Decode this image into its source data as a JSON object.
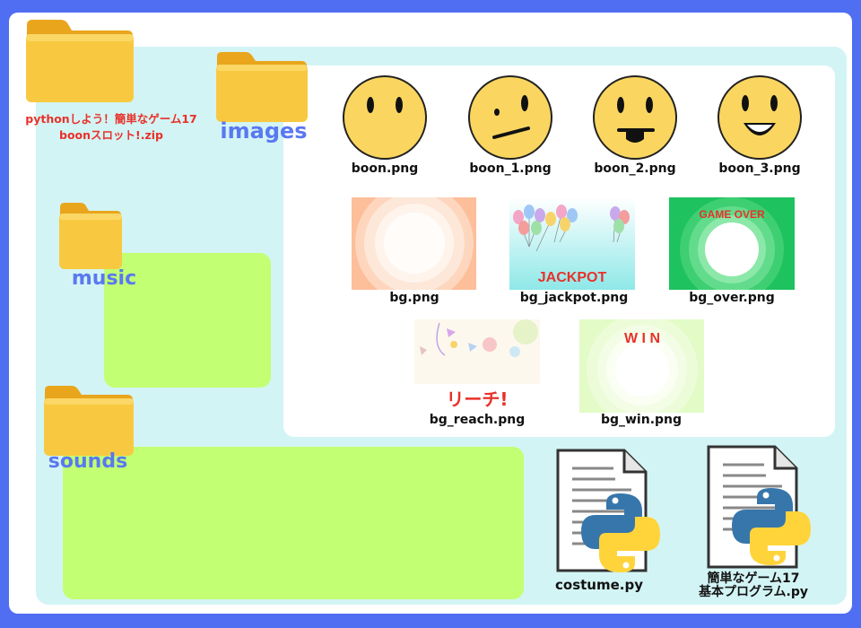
{
  "folders": {
    "zip_label": [
      "pythonしよう！簡単なゲーム17",
      "boonスロット!.zip"
    ],
    "images": "images",
    "music": "music",
    "sounds": "sounds"
  },
  "faces": [
    {
      "file": "boon.png"
    },
    {
      "file": "boon_1.png"
    },
    {
      "file": "boon_2.png"
    },
    {
      "file": "boon_3.png"
    }
  ],
  "backgrounds": {
    "bg": {
      "file": "bg.png"
    },
    "bg_jackpot": {
      "file": "bg_jackpot.png",
      "text": "JACKPOT"
    },
    "bg_over": {
      "file": "bg_over.png",
      "text": "GAME OVER"
    },
    "bg_reach": {
      "file": "bg_reach.png",
      "text": "リーチ!"
    },
    "bg_win": {
      "file": "bg_win.png",
      "text": "W I N"
    }
  },
  "python_files": [
    {
      "name": "costume.py"
    },
    {
      "name_lines": [
        "簡単なゲーム17",
        "基本プログラム.py"
      ]
    }
  ],
  "colors": {
    "outer": "#4f6ef2",
    "teal": "#d3f4f4",
    "lime": "#c2ff72",
    "folder": "#f8c940",
    "folder_label": "#5a78f0",
    "zip_label": "#e8312a",
    "face": "#fad660"
  }
}
